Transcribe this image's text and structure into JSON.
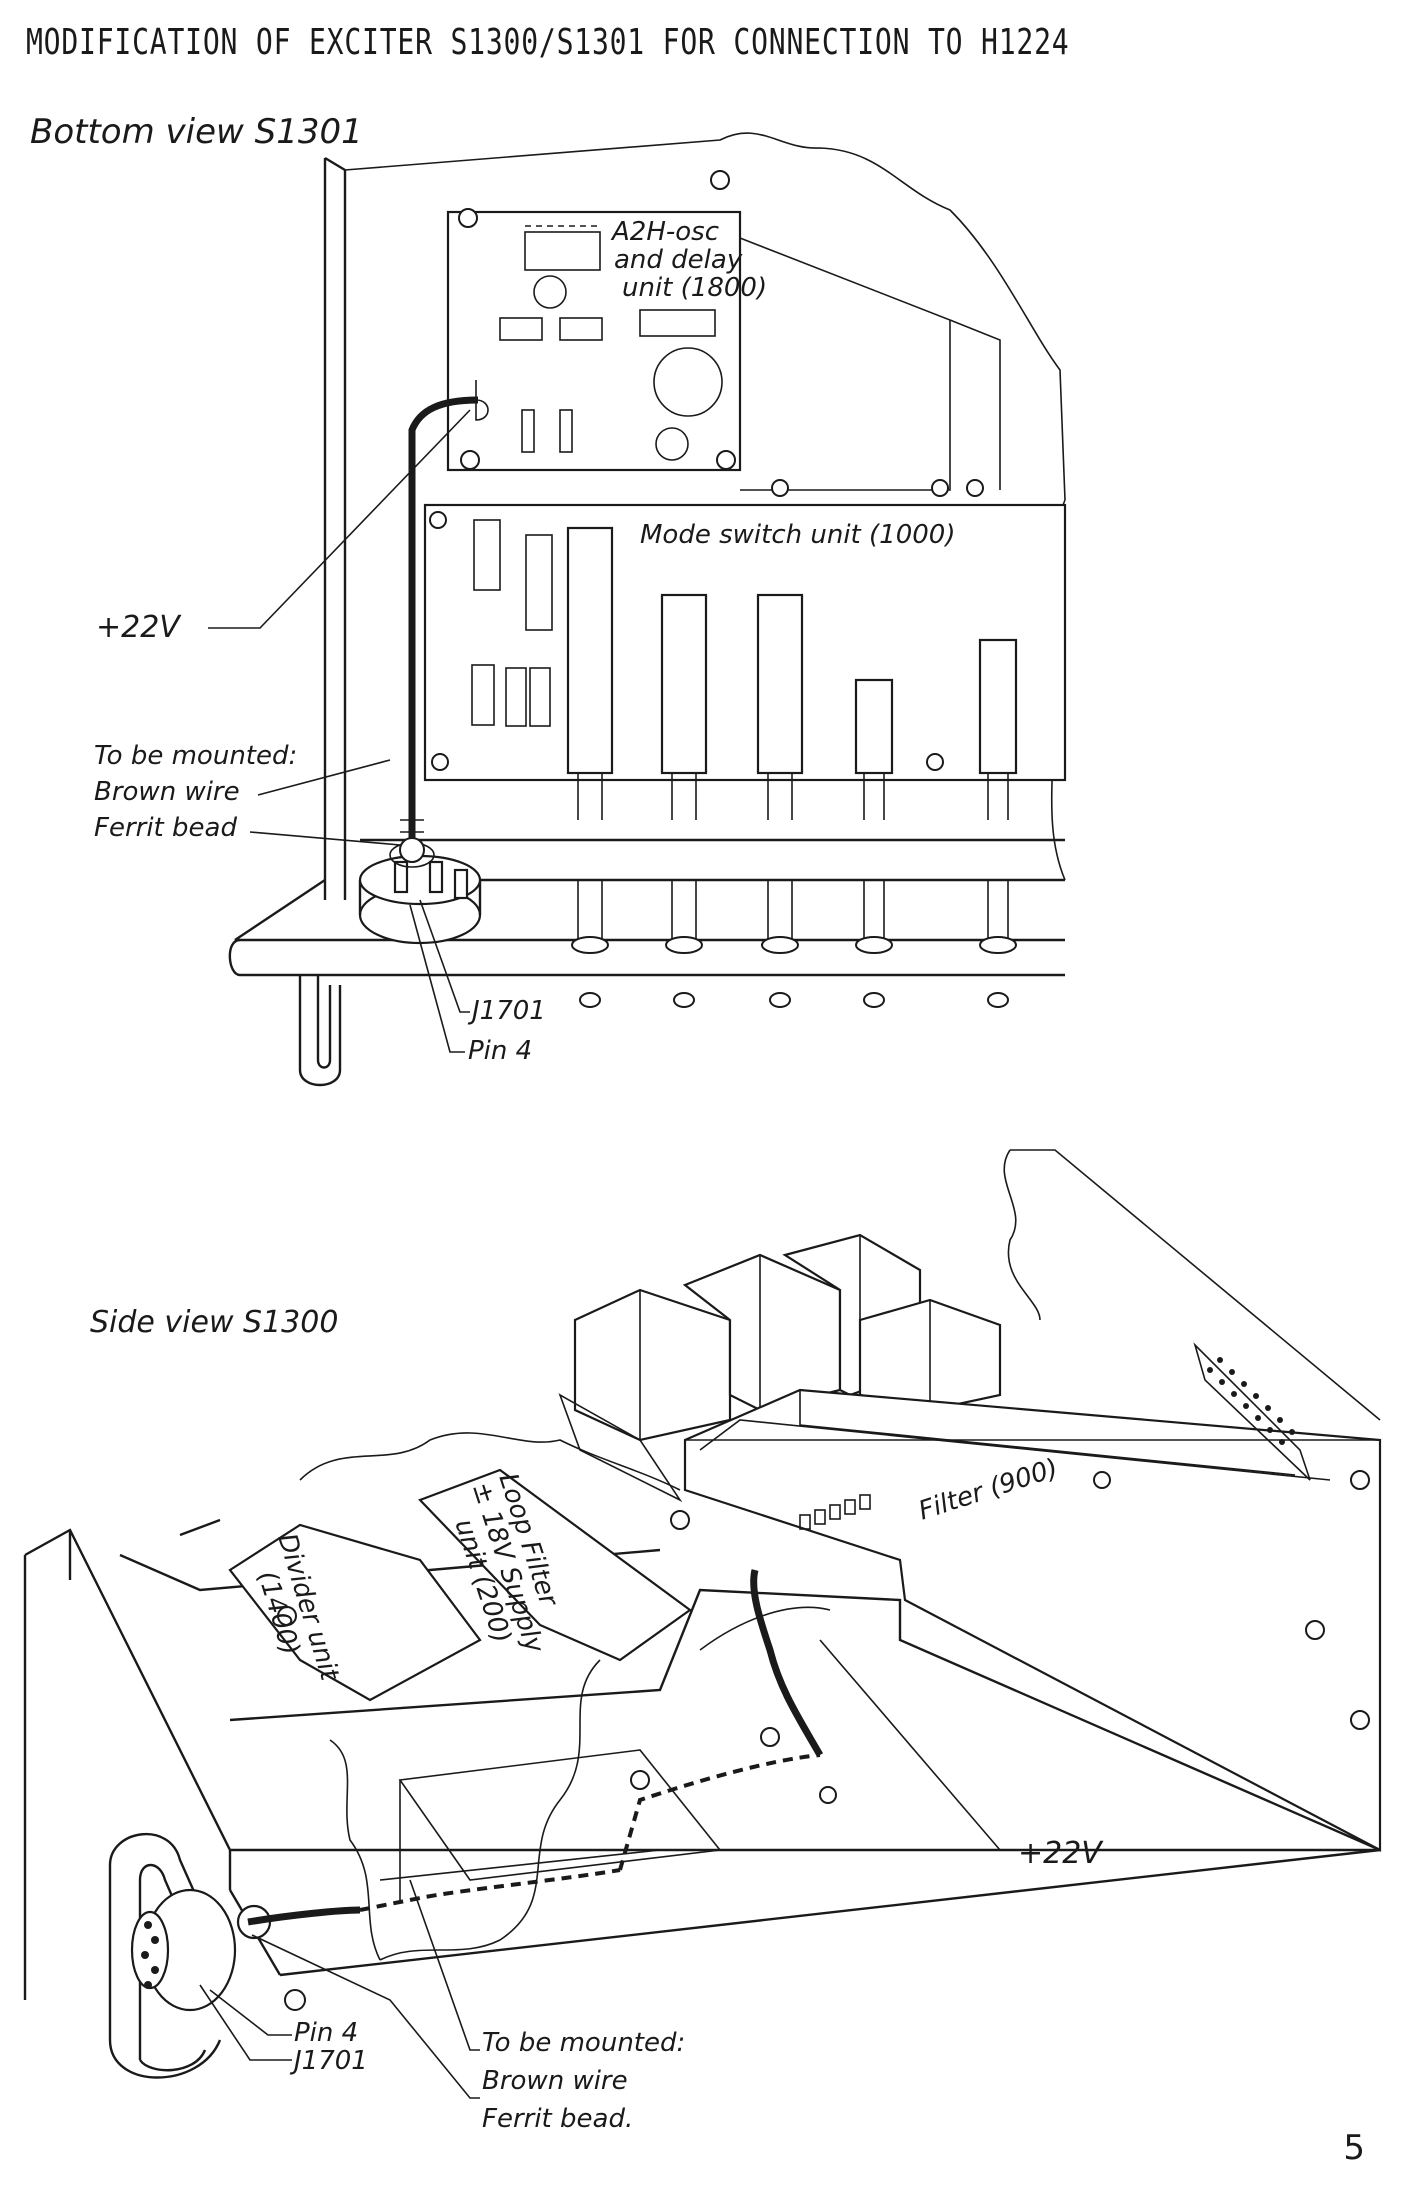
{
  "page": {
    "title": "MODIFICATION OF EXCITER S1300/S1301 FOR CONNECTION TO H1224",
    "page_number": "5"
  },
  "bottom_view": {
    "heading": "Bottom view S1301",
    "board_a2h": [
      "A2H-osc",
      "and delay",
      "unit (1800)"
    ],
    "board_mode": "Mode switch unit (1000)",
    "label_22v": "+22V",
    "mount_note": [
      "To be mounted:",
      "Brown wire",
      "Ferrit bead"
    ],
    "connector": "J1701",
    "pin": "Pin 4"
  },
  "side_view": {
    "heading": "Side view S1300",
    "divider": [
      "Divider unit",
      "(1400)"
    ],
    "loop_filter": [
      "Loop Filter",
      "± 18V Supply",
      "unit (200)"
    ],
    "filter": "Filter (900)",
    "label_22v": "+22V",
    "mount_note": [
      "To be mounted:",
      "Brown wire",
      "Ferrit bead."
    ],
    "pin": "Pin 4",
    "connector": "J1701"
  }
}
